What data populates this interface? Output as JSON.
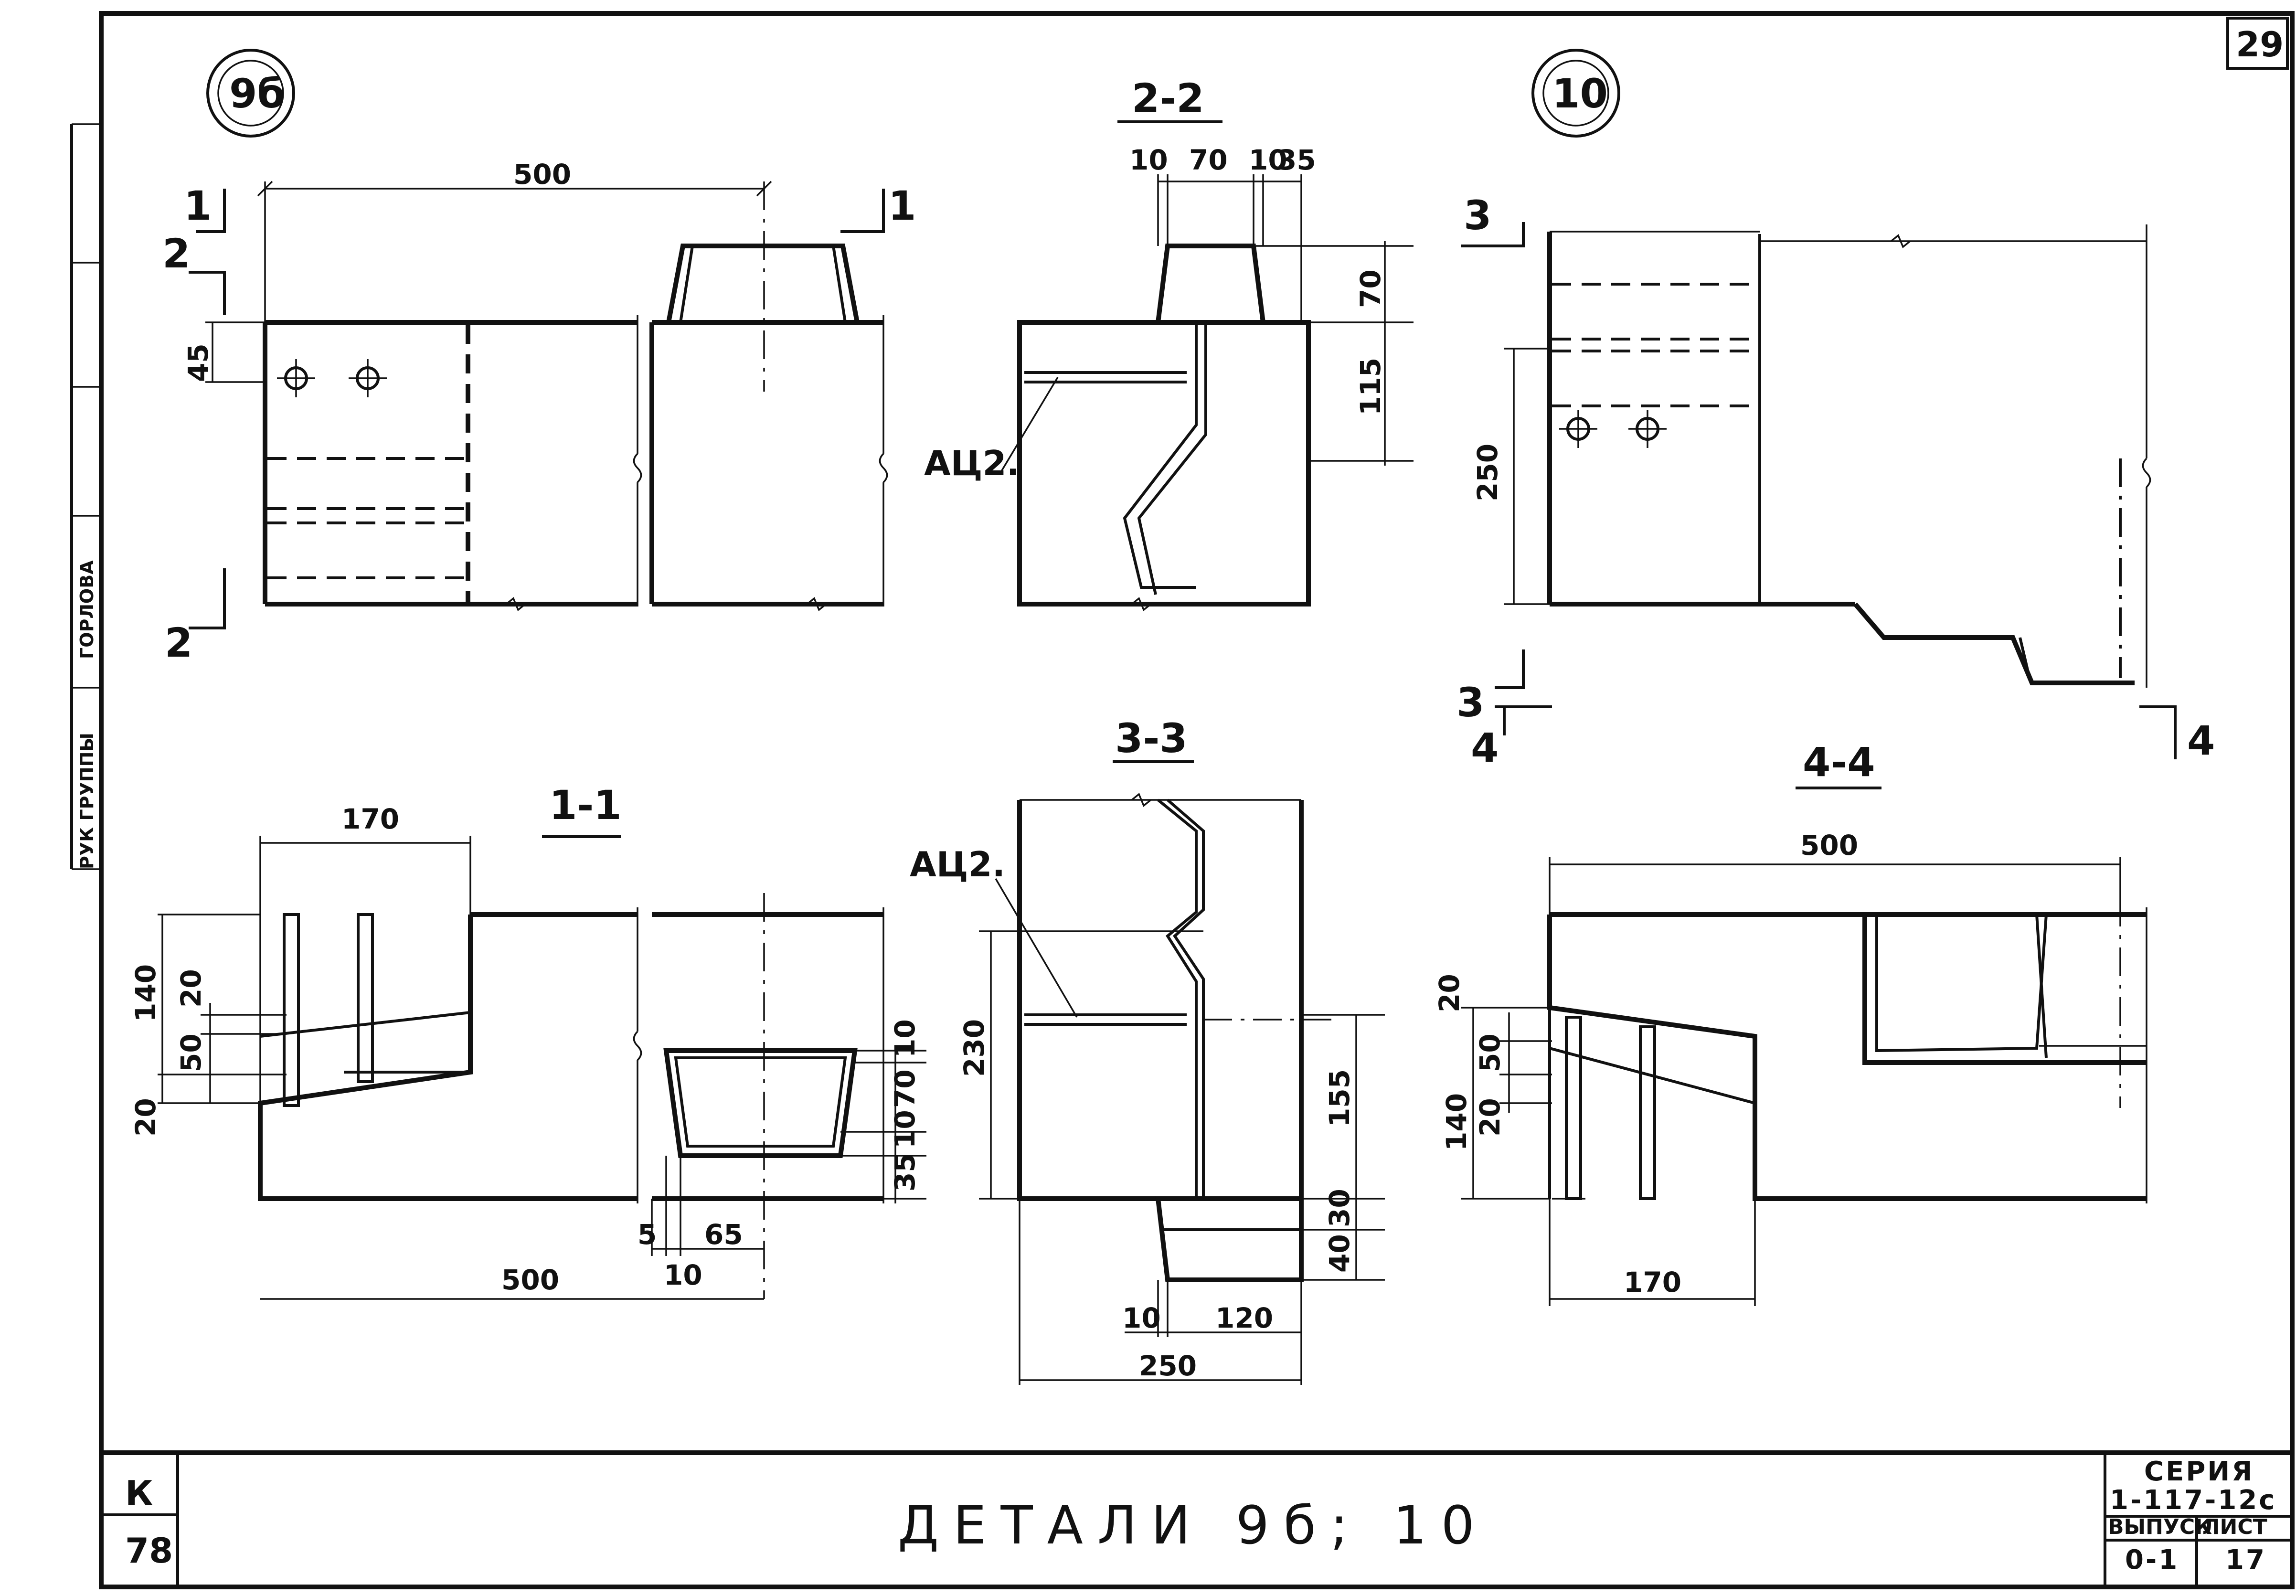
{
  "sheet": {
    "number": "29",
    "title": "ДЕТАЛИ 9б; 10",
    "left_stamp_letter": "К",
    "left_stamp_number": "78",
    "series_label": "СЕРИЯ",
    "series_value": "1-117-12с",
    "issue_label": "ВЫПУСК",
    "issue_value": "0-1",
    "sheet_label": "ЛИСТ",
    "sheet_value": "17",
    "side_group": "РУК ГРУППЫ",
    "side_name": "ГОРЛОВА"
  },
  "details": {
    "d9b": {
      "label": "9б"
    },
    "d10": {
      "label": "10"
    }
  },
  "sections": {
    "s11": "1-1",
    "s22": "2-2",
    "s33": "3-3",
    "s44": "4-4"
  },
  "cut_marks": {
    "c1": "1",
    "c2": "2",
    "c3": "3",
    "c4": "4"
  },
  "callouts": {
    "ac2": "АЦ2."
  },
  "dimensions": {
    "d500": "500",
    "d45": "45",
    "d10": "10",
    "d70": "70",
    "d35": "35",
    "d115": "115",
    "d250": "250",
    "d230": "230",
    "d170": "170",
    "d140": "140",
    "d20": "20",
    "d50": "50",
    "d5": "5",
    "d65": "65",
    "d155": "155",
    "d30": "30",
    "d40": "40",
    "d120": "120"
  }
}
